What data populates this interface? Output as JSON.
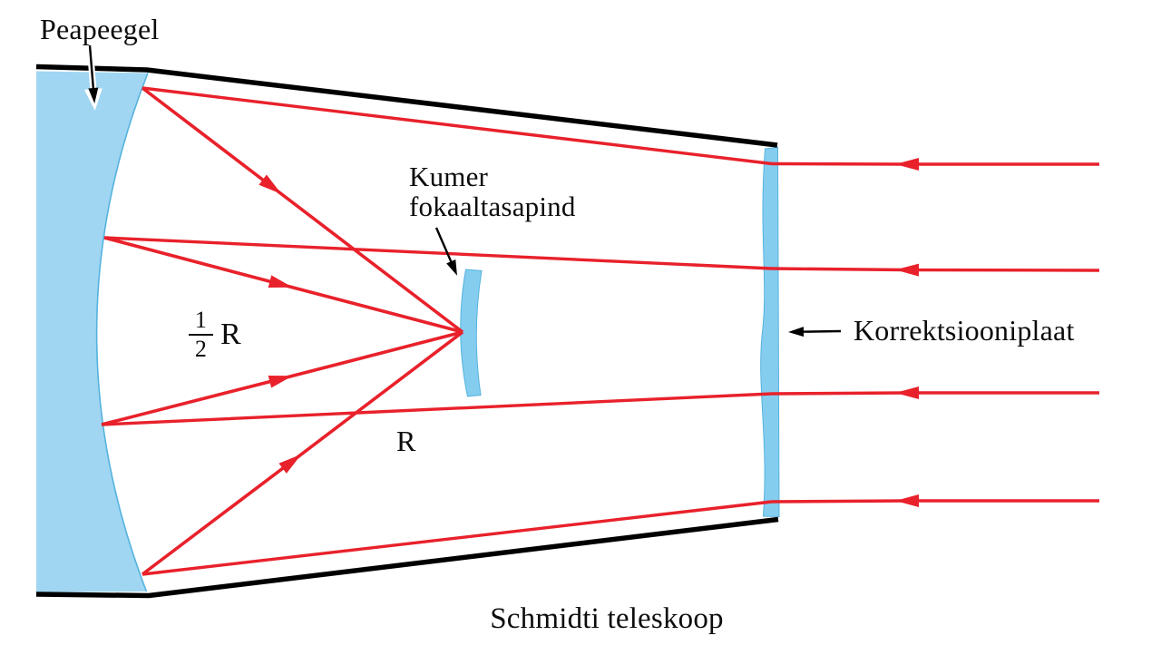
{
  "diagram": {
    "type": "optical-schematic",
    "subject": "Schmidt telescope ray diagram",
    "labels": {
      "primary_mirror": "Peapeegel",
      "focal_plane_line1": "Kumer",
      "focal_plane_line2": "fokaaltasapind",
      "corrector_plate": "Korrektsiooniplaat",
      "half_r": {
        "numerator": "1",
        "denominator": "2",
        "symbol": "R"
      },
      "radius": "R",
      "caption": "Schmidti teleskoop"
    },
    "rays": {
      "count_incoming": 4,
      "direction": "right-to-left",
      "focus_behavior": "reflected by concave primary mirror to common focus at curved focal surface"
    },
    "colors": {
      "ray_red": "#e8212b",
      "optic_blue_light": "#a0d6f1",
      "optic_blue": "#85cdef",
      "optic_edge_blue": "#55b2de",
      "outline_black": "#000000"
    }
  }
}
